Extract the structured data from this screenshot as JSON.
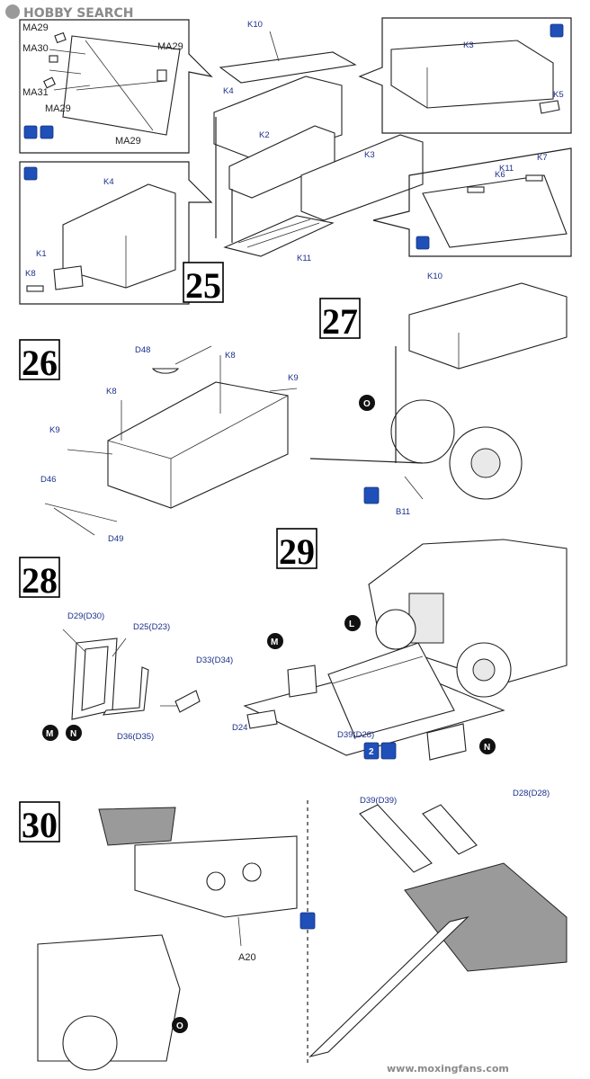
{
  "watermark_top": "HOBBY SEARCH",
  "watermark_bottom": "www.moxingfans.com",
  "steps": [
    "25",
    "26",
    "27",
    "28",
    "29",
    "30"
  ],
  "callout_parts": {
    "ma29_a": "MA29",
    "ma30": "MA30",
    "ma29_b": "MA29",
    "ma31": "MA31",
    "ma29_c": "MA29",
    "ma29_d": "MA29",
    "k3_detail": "K3",
    "k5": "K5",
    "k4_detail": "K4",
    "k1": "K1",
    "k8_detail": "K8",
    "k6": "K6",
    "k11_detail": "K11",
    "k7": "K7"
  },
  "step25_parts": {
    "k10": "K10",
    "k4": "K4",
    "k2": "K2",
    "k3": "K3",
    "k11": "K11"
  },
  "step26_parts": {
    "d48": "D48",
    "k8a": "K8",
    "k9a": "K9",
    "k8b": "K8",
    "k9b": "K9",
    "d46": "D46",
    "d49": "D49"
  },
  "step27_parts": {
    "k10": "K10",
    "b11": "B11",
    "circle": "O"
  },
  "step28_parts": {
    "d29": "D29(D30)",
    "d25": "D25(D23)",
    "d33": "D33(D34)",
    "d36": "D36(D35)",
    "circle_m": "M",
    "circle_n": "N"
  },
  "step29_parts": {
    "l": "L",
    "m": "M",
    "n": "N",
    "d24": "D24",
    "d39": "D39(D28)",
    "x2": "2"
  },
  "step30_parts": {
    "a20": "A20",
    "o": "O",
    "d39": "D39(D39)",
    "d28": "D28(D28)"
  }
}
